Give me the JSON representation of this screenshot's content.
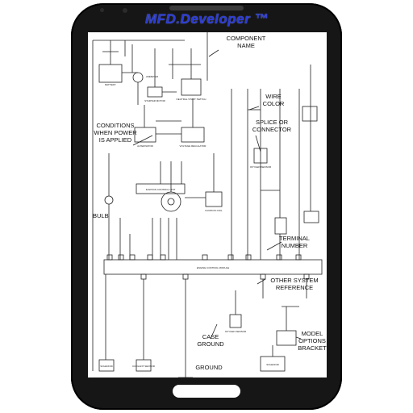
{
  "header": {
    "brand": "MFD.Developer ™"
  },
  "diagram": {
    "labels": {
      "component_name": [
        "COMPONENT",
        "NAME"
      ],
      "wire_color": [
        "WIRE",
        "COLOR"
      ],
      "splice": [
        "SPLICE OR",
        "CONNECTOR"
      ],
      "conditions": [
        "CONDITIONS",
        "WHEN POWER",
        "IS APPLIED"
      ],
      "bulb": "BULB",
      "terminal_number": [
        "TERMINAL",
        "NUMBER"
      ],
      "other_system": [
        "OTHER SYSTEM",
        "REFERENCE"
      ],
      "case_ground": [
        "CASE",
        "GROUND"
      ],
      "model_options": [
        "MODEL",
        "OPTIONS",
        "BRACKET"
      ],
      "ground": "GROUND"
    },
    "components": {
      "battery": "BATTERY",
      "ammeter": "AMMETER",
      "starter_motor": "STARTER MOTOR",
      "neutral_start_switch": "NEUTRAL START SWITCH",
      "alternator": "ALTERNATOR",
      "voltage_regulator": "VOLTAGE REGULATOR",
      "ignition_control_unit": "IGNITION CONTROL UNIT",
      "ignition_coil": "IGNITION COIL",
      "oxygen_sensor": "OXYGEN SENSOR",
      "engine_control_module": "ENGINE CONTROL MODULE",
      "oxygen_sensor_lower": "OXYGEN SENSOR",
      "solenoid_left": "SOLENOID",
      "coolant_sensor": "COOLANT SENSOR",
      "solenoid_right": "SOLENOID"
    }
  }
}
